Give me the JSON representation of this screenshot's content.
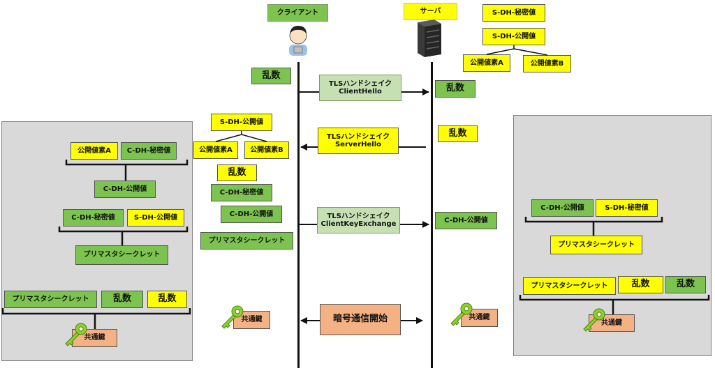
{
  "participants": {
    "client": "クライアント",
    "server": "サーバ"
  },
  "labels": {
    "random": "乱数",
    "s_dh_secret": "S-DH-秘密値",
    "s_dh_public": "S-DH-公開値",
    "c_dh_secret": "C-DH-秘密値",
    "c_dh_public": "C-DH-公開値",
    "public_elem_a": "公開値素A",
    "public_elem_b": "公開値素B",
    "premaster": "プリマスタシークレット",
    "common_key": "共通鍵"
  },
  "messages": {
    "client_hello": [
      "TLSハンドシェイク",
      "ClientHello"
    ],
    "server_hello": [
      "TLSハンドシェイク",
      "ServerHello"
    ],
    "client_key_exchange": [
      "TLSハンドシェイク",
      "ClientKeyExchange"
    ],
    "start_encrypted": "暗号通信開始"
  },
  "colors": {
    "yellow": "#ffff00",
    "green": "#7cc350",
    "pale_green": "#c6e0b4",
    "orange": "#f4b183",
    "panel_gray": "#d9d9d9"
  },
  "icons": [
    "person-icon",
    "server-icon",
    "key-icon"
  ]
}
